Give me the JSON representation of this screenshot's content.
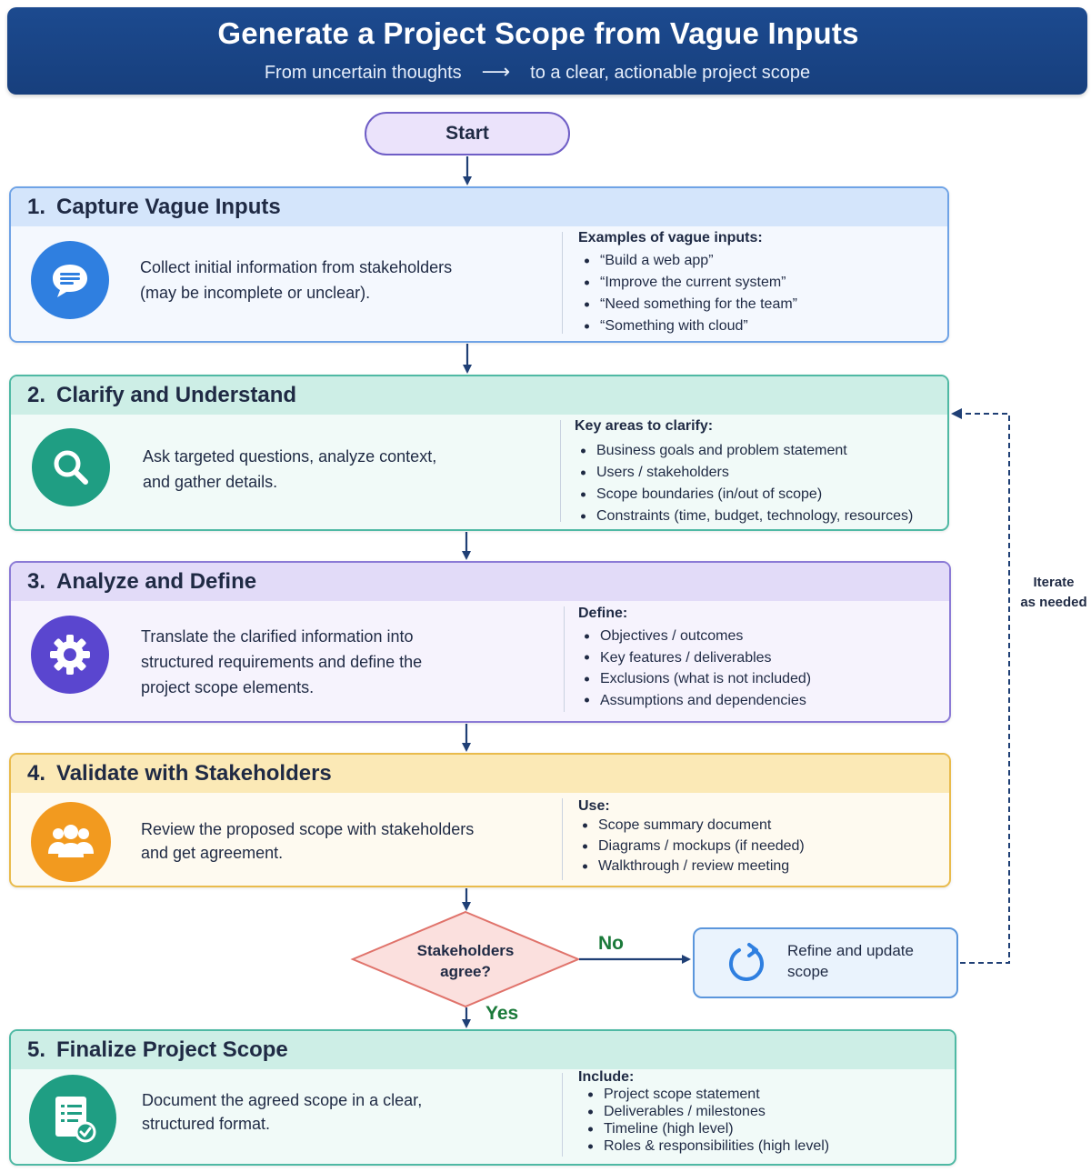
{
  "header": {
    "title": "Generate a Project Scope from Vague Inputs",
    "subtitle_left": "From uncertain thoughts",
    "subtitle_arrow": "⟶",
    "subtitle_right": "to a clear, actionable project scope"
  },
  "start": {
    "label": "Start"
  },
  "steps": [
    {
      "number": "1.",
      "title": "Capture Vague Inputs",
      "icon": "chat-bubble-icon",
      "description_lines": [
        "Collect initial information from stakeholders",
        "(may be incomplete or unclear)."
      ],
      "side_title": "Examples of vague inputs:",
      "side_items": [
        "“Build a web app”",
        "“Improve the current system”",
        "“Need something for the team”",
        "“Something with cloud”"
      ]
    },
    {
      "number": "2.",
      "title": "Clarify and Understand",
      "icon": "magnifier-icon",
      "description_lines": [
        "Ask targeted questions, analyze context,",
        "and gather details."
      ],
      "side_title": "Key areas to clarify:",
      "side_items": [
        "Business goals and problem statement",
        "Users / stakeholders",
        "Scope boundaries (in/out of scope)",
        "Constraints (time, budget, technology, resources)"
      ]
    },
    {
      "number": "3.",
      "title": "Analyze and Define",
      "icon": "gear-icon",
      "description_lines": [
        "Translate the clarified information into",
        "structured requirements and define the",
        "project scope elements."
      ],
      "side_title": "Define:",
      "side_items": [
        "Objectives / outcomes",
        "Key features / deliverables",
        "Exclusions (what is not included)",
        "Assumptions and dependencies"
      ]
    },
    {
      "number": "4.",
      "title": "Validate with Stakeholders",
      "icon": "people-icon",
      "description_lines": [
        "Review the proposed scope with stakeholders",
        "and get agreement."
      ],
      "side_title": "Use:",
      "side_items": [
        "Scope summary document",
        "Diagrams / mockups (if needed)",
        "Walkthrough / review meeting"
      ]
    },
    {
      "number": "5.",
      "title": "Finalize Project Scope",
      "icon": "document-check-icon",
      "description_lines": [
        "Document the agreed scope in a clear,",
        "structured format."
      ],
      "side_title": "Include:",
      "side_items": [
        "Project scope statement",
        "Deliverables / milestones",
        "Timeline (high level)",
        "Roles & responsibilities (high level)"
      ]
    }
  ],
  "decision": {
    "label_lines": [
      "Stakeholders",
      "agree?"
    ],
    "no_label": "No",
    "yes_label": "Yes"
  },
  "refine": {
    "label_lines": [
      "Refine and update",
      "scope"
    ],
    "icon": "refresh-icon"
  },
  "iterate": {
    "label_lines": [
      "Iterate",
      "as needed"
    ]
  },
  "colors": {
    "header": "#1c4a8f",
    "step1": "#2f7fe0",
    "step2": "#1f9e83",
    "step3": "#5a46cf",
    "step4": "#f29a1f",
    "step5": "#1f9e83",
    "decision_fill": "#fbe0de",
    "decision_border": "#e0736b",
    "yes_no": "#1b7a3a",
    "connector": "#1f3f75"
  }
}
